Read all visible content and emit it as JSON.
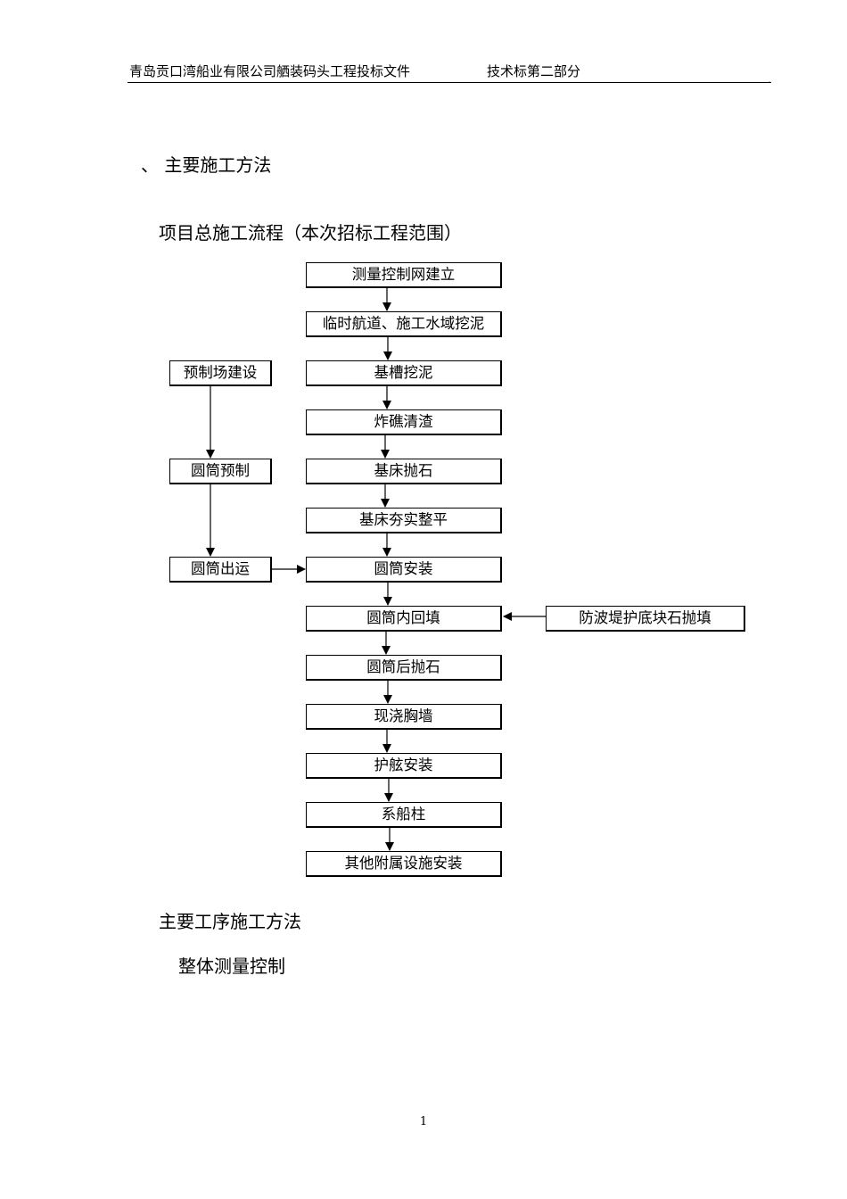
{
  "header": {
    "left": "青岛贡口湾船业有限公司舾装码头工程投标文件",
    "right": "技术标第二部分"
  },
  "section_title": "、 主要施工方法",
  "subsection_title": "项目总施工流程（本次招标工程范围）",
  "flowchart": {
    "main_steps": [
      "测量控制网建立",
      "临时航道、施工水域挖泥",
      "基槽挖泥",
      "炸礁清渣",
      "基床抛石",
      "基床夯实整平",
      "圆筒安装",
      "圆筒内回填",
      "圆筒后抛石",
      "现浇胸墙",
      "护舷安装",
      "系船柱",
      "其他附属设施安装"
    ],
    "side_steps": [
      "预制场建设",
      "圆筒预制",
      "圆筒出运"
    ],
    "right_step": "防波堤护底块石抛填"
  },
  "section2_title": "主要工序施工方法",
  "section3_title": "整体测量控制",
  "page_number": "1"
}
